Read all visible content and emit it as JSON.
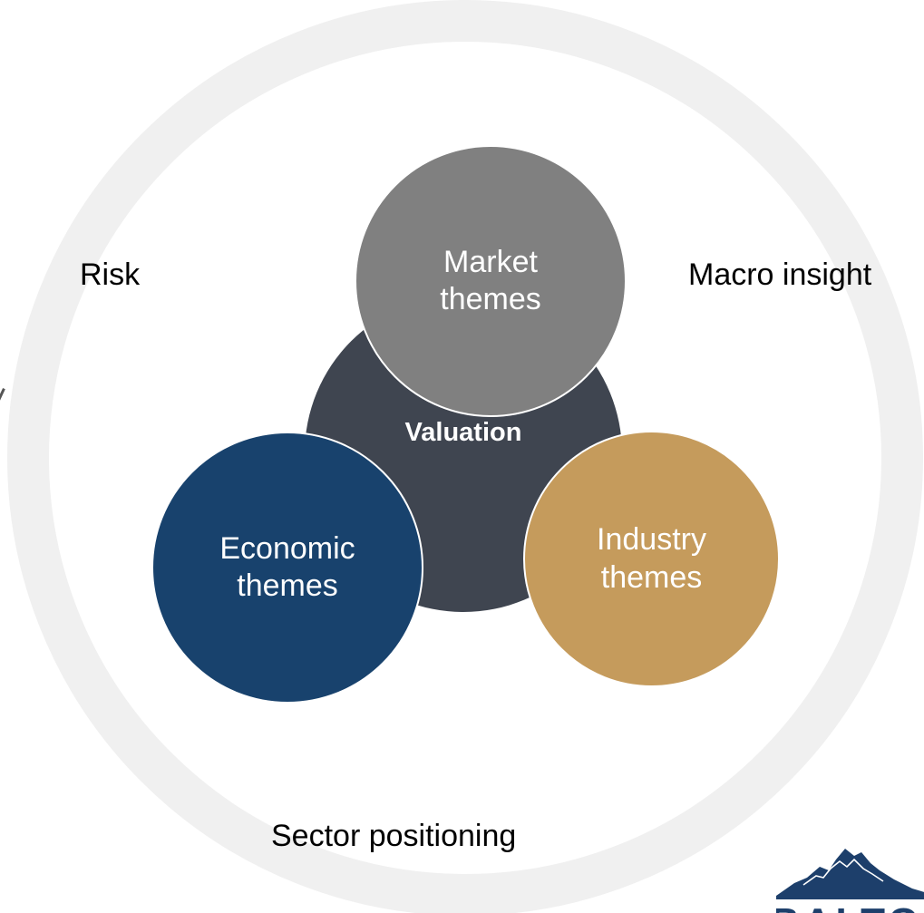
{
  "diagram": {
    "center": {
      "label": "Valuation"
    },
    "satellites": [
      {
        "id": "market",
        "lines": [
          "Market",
          "themes"
        ],
        "color": "#808080"
      },
      {
        "id": "economic",
        "lines": [
          "Economic",
          "themes"
        ],
        "color": "#18426d"
      },
      {
        "id": "industry",
        "lines": [
          "Industry",
          "themes"
        ],
        "color": "#c59b5c"
      }
    ],
    "center_color": "#3f4550",
    "ring_color": "#f0f0f0",
    "outer_labels": {
      "left": "Risk",
      "right": "Macro insight",
      "bottom": "Sector positioning"
    }
  },
  "logo": {
    "text": "BALTO",
    "icon": "mountain-logo-icon",
    "color": "#1d3f6b"
  }
}
